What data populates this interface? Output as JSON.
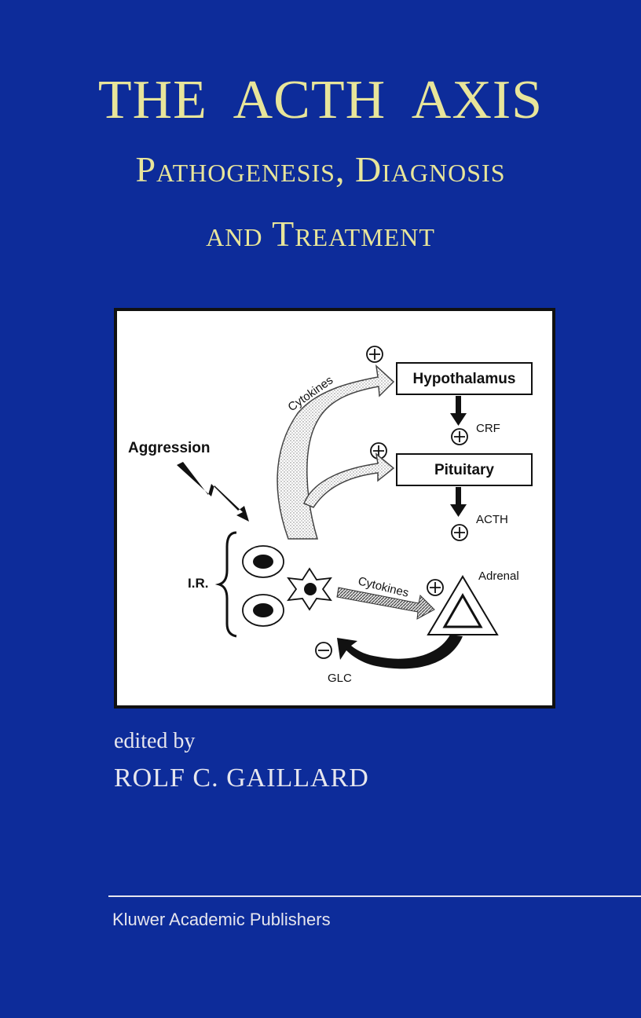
{
  "cover": {
    "title_line1": "THE ACTH AXIS",
    "title_line2": "Pathogenesis, Diagnosis",
    "title_line3": "and Treatment",
    "editor_label": "edited by",
    "editor_name": "ROLF C. GAILLARD",
    "publisher": "Kluwer Academic Publishers",
    "colors": {
      "background": "#0d2c9a",
      "title": "#e8e59a",
      "text": "#e6e6ee"
    }
  },
  "diagram": {
    "hypothalamus": "Hypothalamus",
    "pituitary": "Pituitary",
    "crf": "CRF",
    "acth": "ACTH",
    "adrenal": "Adrenal",
    "aggression": "Aggression",
    "ir": "I.R.",
    "cytokines_upper": "Cytokines",
    "cytokines_lower": "Cytokines",
    "glc": "GLC",
    "plus_sign": "+",
    "minus_sign": "−"
  }
}
